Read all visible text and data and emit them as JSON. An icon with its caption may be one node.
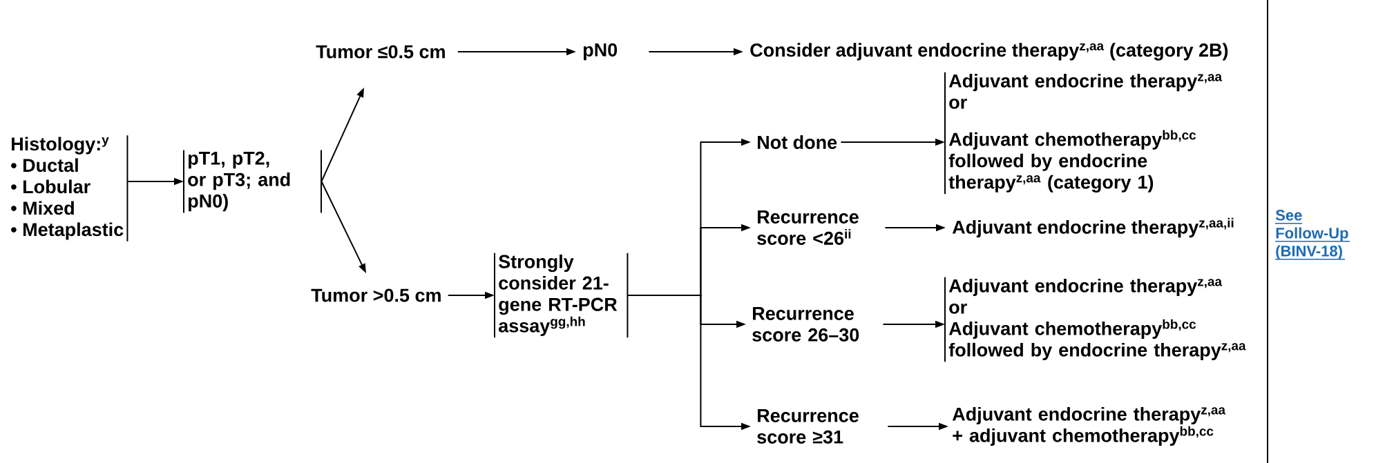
{
  "diagram": {
    "nodes": [
      {
        "text": [
          "Histology:$^{y}$",
          "• Ductal",
          "• Lobular",
          "• Mixed",
          "• Metaplastic"
        ]
      },
      {
        "text": [
          "pT1, pT2, or pT3; and pN0)"
        ]
      },
      {
        "text": [
          "Tumor ≤0.5 cm"
        ]
      },
      {
        "text": [
          "Tumor >0.5 cm"
        ]
      },
      {
        "text": [
          "pN0"
        ]
      },
      {
        "text": [
          "Consider adjuvant endocrine therapy$^{z,aa}$ (category 2B)"
        ]
      },
      {
        "text": [
          "Strongly consider 21-gene RT-PCR assay$^{gg,hh}$"
        ]
      },
      {
        "text": [
          "Not done"
        ]
      },
      {
        "text": [
          "Recurrence score <26$^{ii}$"
        ]
      },
      {
        "text": [
          "Recurrence score 26–30"
        ]
      },
      {
        "text": [
          "Recurrence score ≥31"
        ]
      },
      {
        "text": [
          "Adjuvant endocrine therapy$^{z,aa}$",
          "or",
          "Adjuvant chemotherapy$^{bb,cc}$ followed by endocrine therapy$^{z,aa}$ (category 1)"
        ]
      },
      {
        "text": [
          "Adjuvant endocrine therapy$^{z,aa,ii}$"
        ]
      },
      {
        "text": [
          "Adjuvant endocrine therapy$^{z,aa}$",
          "or",
          "Adjuvant chemotherapy$^{bb,cc}$ followed by endocrine therapy$^{z,aa}$"
        ]
      },
      {
        "text": [
          "Adjuvant endocrine therapy$^{z,aa}$ + adjuvant chemotherapy$^{bb,cc}$"
        ]
      },
      {
        "text": [
          "See Follow-Up (BINV-18)"
        ]
      }
    ],
    "edges": [
      {
        "from": 0,
        "to": 1,
        "arrow": "to"
      },
      {
        "from": 1,
        "to": 2,
        "arrow": "to"
      },
      {
        "from": 1,
        "to": 3,
        "arrow": "to"
      },
      {
        "from": 2,
        "to": 4,
        "arrow": "to"
      },
      {
        "from": 4,
        "to": 5,
        "arrow": "to"
      },
      {
        "from": 3,
        "to": 6,
        "arrow": "to"
      },
      {
        "from": 6,
        "to": 7,
        "arrow": "to"
      },
      {
        "from": 6,
        "to": 8,
        "arrow": "to"
      },
      {
        "from": 6,
        "to": 9,
        "arrow": "to"
      },
      {
        "from": 6,
        "to": 10,
        "arrow": "to"
      },
      {
        "from": 7,
        "to": 11,
        "arrow": "to"
      },
      {
        "from": 8,
        "to": 12,
        "arrow": "to"
      },
      {
        "from": 9,
        "to": 13,
        "arrow": "to"
      },
      {
        "from": 10,
        "to": 14,
        "arrow": "to"
      }
    ]
  }
}
